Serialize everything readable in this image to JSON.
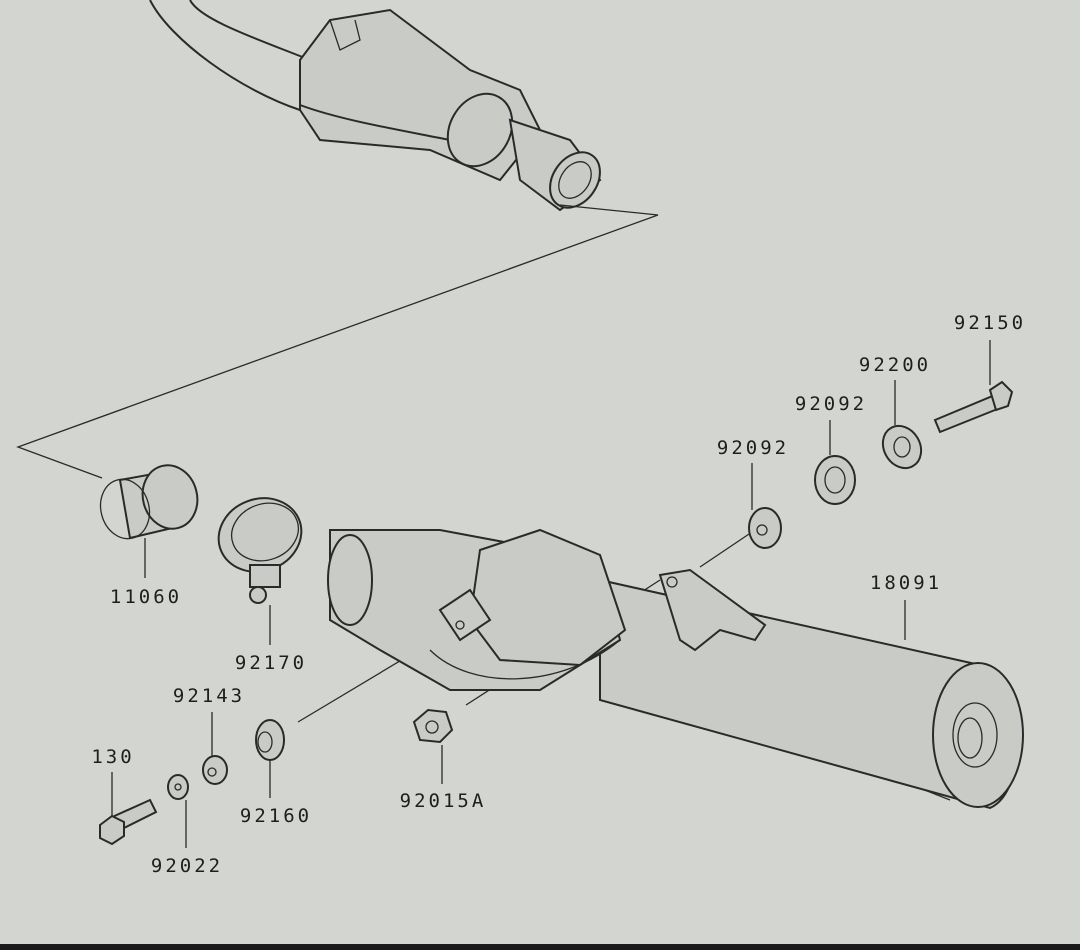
{
  "parts": [
    {
      "id": "p92150",
      "number": "92150"
    },
    {
      "id": "p92200",
      "number": "92200"
    },
    {
      "id": "p92092a",
      "number": "92092"
    },
    {
      "id": "p92092b",
      "number": "92092"
    },
    {
      "id": "p18091",
      "number": "18091"
    },
    {
      "id": "p11060",
      "number": "11060"
    },
    {
      "id": "p92170",
      "number": "92170"
    },
    {
      "id": "p92143",
      "number": "92143"
    },
    {
      "id": "p130",
      "number": "130"
    },
    {
      "id": "p92160",
      "number": "92160"
    },
    {
      "id": "p92015A",
      "number": "92015A"
    },
    {
      "id": "p92022",
      "number": "92022"
    }
  ]
}
